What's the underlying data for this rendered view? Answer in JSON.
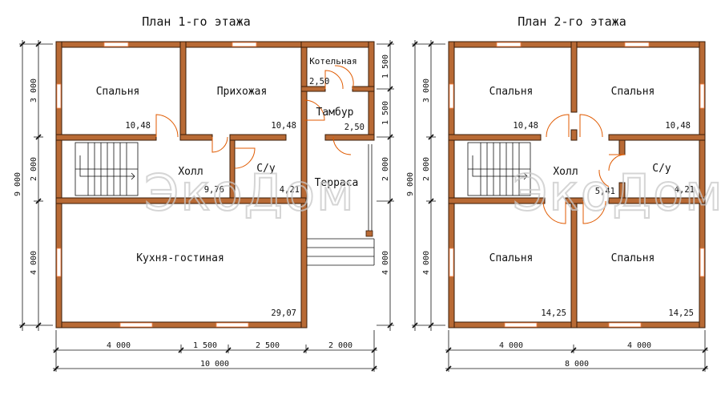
{
  "plans": [
    {
      "title": "План 1-го этажа",
      "rooms": [
        {
          "name": "Спальня",
          "area": "10,48"
        },
        {
          "name": "Прихожая",
          "area": "10,48"
        },
        {
          "name": "Котельная",
          "area": "2,50"
        },
        {
          "name": "Тамбур",
          "area": "2,50"
        },
        {
          "name": "Холл",
          "area": "9,76"
        },
        {
          "name": "С/у",
          "area": "4,21"
        },
        {
          "name": "Терраса",
          "area": ""
        },
        {
          "name": "Кухня-гостиная",
          "area": "29,07"
        }
      ],
      "dims_bottom": [
        "4 000",
        "1 500",
        "2 500",
        "2 000"
      ],
      "dim_total": "10 000",
      "dims_left": [
        "3 000",
        "2 000",
        "4 000"
      ],
      "dim_left_total": "9 000",
      "dims_right": [
        "1 500",
        "1 500",
        "2 000",
        "4 000"
      ]
    },
    {
      "title": "План 2-го этажа",
      "rooms": [
        {
          "name": "Спальня",
          "area": "10,48"
        },
        {
          "name": "Спальня",
          "area": "10,48"
        },
        {
          "name": "Холл",
          "area": "5,41"
        },
        {
          "name": "С/у",
          "area": "4,21"
        },
        {
          "name": "Спальня",
          "area": "14,25"
        },
        {
          "name": "Спальня",
          "area": "14,25"
        }
      ],
      "dims_bottom": [
        "4 000",
        "4 000"
      ],
      "dim_total": "8 000",
      "dims_left": [
        "3 000",
        "2 000",
        "4 000"
      ],
      "dim_left_total": "9 000"
    }
  ],
  "watermark": "ЭкоДом",
  "colors": {
    "wall": "#b86a35",
    "wall_outline": "#3a1c08",
    "door": "#e05a00",
    "window": "#ff8040"
  }
}
